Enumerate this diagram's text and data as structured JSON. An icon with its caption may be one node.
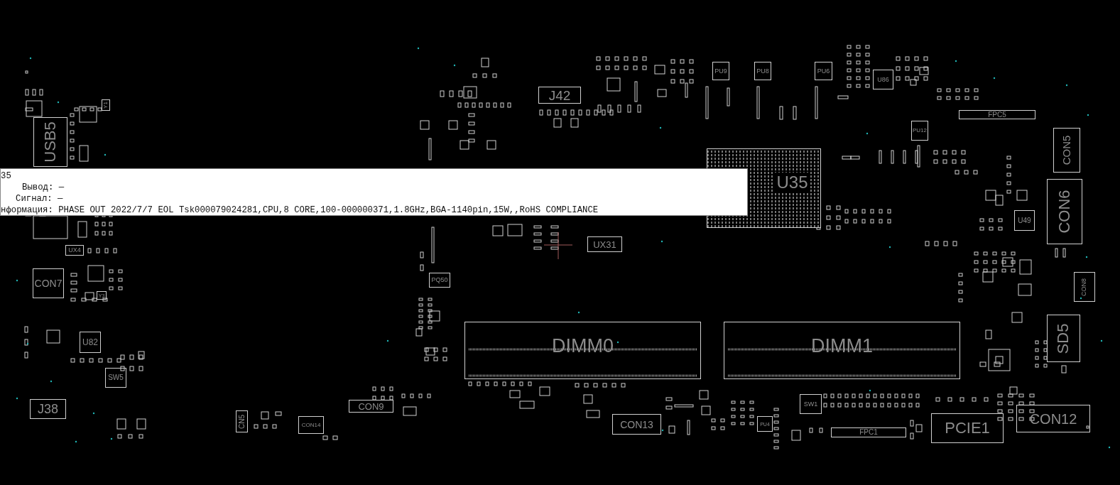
{
  "diagram": {
    "nodes": [
      {
        "text": [
          "USB5"
        ]
      },
      {
        "text": [
          "Y1"
        ]
      },
      {
        "text": [
          "J42"
        ]
      },
      {
        "text": [
          "PU9"
        ]
      },
      {
        "text": [
          "PU8"
        ]
      },
      {
        "text": [
          "PU6"
        ]
      },
      {
        "text": [
          "U86"
        ]
      },
      {
        "text": [
          "FPC5"
        ]
      },
      {
        "text": [
          "PU12"
        ]
      },
      {
        "text": [
          "CON5"
        ]
      },
      {
        "text": [
          "U35"
        ]
      },
      {
        "text": [
          "35",
          "Вывод: —",
          "Сигнал: —",
          "нформация: PHASE OUT 2022/7/7 EOL Tsk000079024281,CPU,8 CORE,100-000000371,1.8GHz,BGA-1140pin,15W,,RoHS COMPLIANCE"
        ]
      },
      {
        "text": [
          "CON6"
        ]
      },
      {
        "text": [
          "U49"
        ]
      },
      {
        "text": [
          "UX4"
        ]
      },
      {
        "text": [
          "UX31"
        ]
      },
      {
        "text": [
          "CON7"
        ]
      },
      {
        "text": [
          "Y3"
        ]
      },
      {
        "text": [
          "PQ50"
        ]
      },
      {
        "text": [
          "CON8"
        ]
      },
      {
        "text": [
          "U82"
        ]
      },
      {
        "text": [
          "SD5"
        ]
      },
      {
        "text": [
          "DIMM0"
        ]
      },
      {
        "text": [
          "DIMM1"
        ]
      },
      {
        "text": [
          "SW5"
        ]
      },
      {
        "text": [
          "J38"
        ]
      },
      {
        "text": [
          "CON9"
        ]
      },
      {
        "text": [
          "SW1"
        ]
      },
      {
        "text": [
          "CN5"
        ]
      },
      {
        "text": [
          "CON13"
        ]
      },
      {
        "text": [
          "PCIE1"
        ]
      },
      {
        "text": [
          "CON12"
        ]
      },
      {
        "text": [
          "CON14"
        ]
      },
      {
        "text": [
          "PU4"
        ]
      },
      {
        "text": [
          "FPC1"
        ]
      }
    ]
  }
}
